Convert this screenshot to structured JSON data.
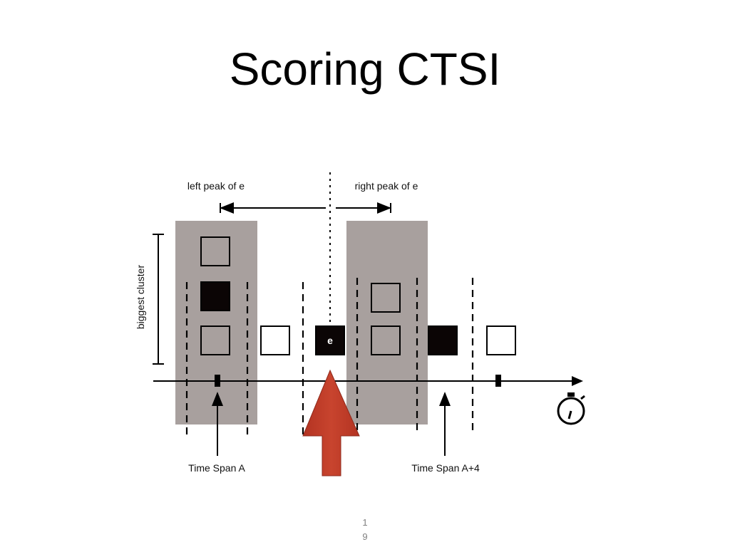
{
  "slide": {
    "title": "Scoring CTSI",
    "page_number_line1": "1",
    "page_number_line2": "9"
  },
  "diagram": {
    "left_peak_label": "left peak of e",
    "right_peak_label": "right peak of e",
    "cluster_label": "biggest cluster",
    "event_label": "e",
    "time_span_a_label": "Time Span A",
    "time_span_a4_label": "Time Span A+4",
    "icons": [
      "stopwatch-icon",
      "up-arrow-icon"
    ],
    "colors": {
      "shade": "#a8a09e",
      "arrow": "#c0392b",
      "filled_square": "#0b0505"
    }
  }
}
